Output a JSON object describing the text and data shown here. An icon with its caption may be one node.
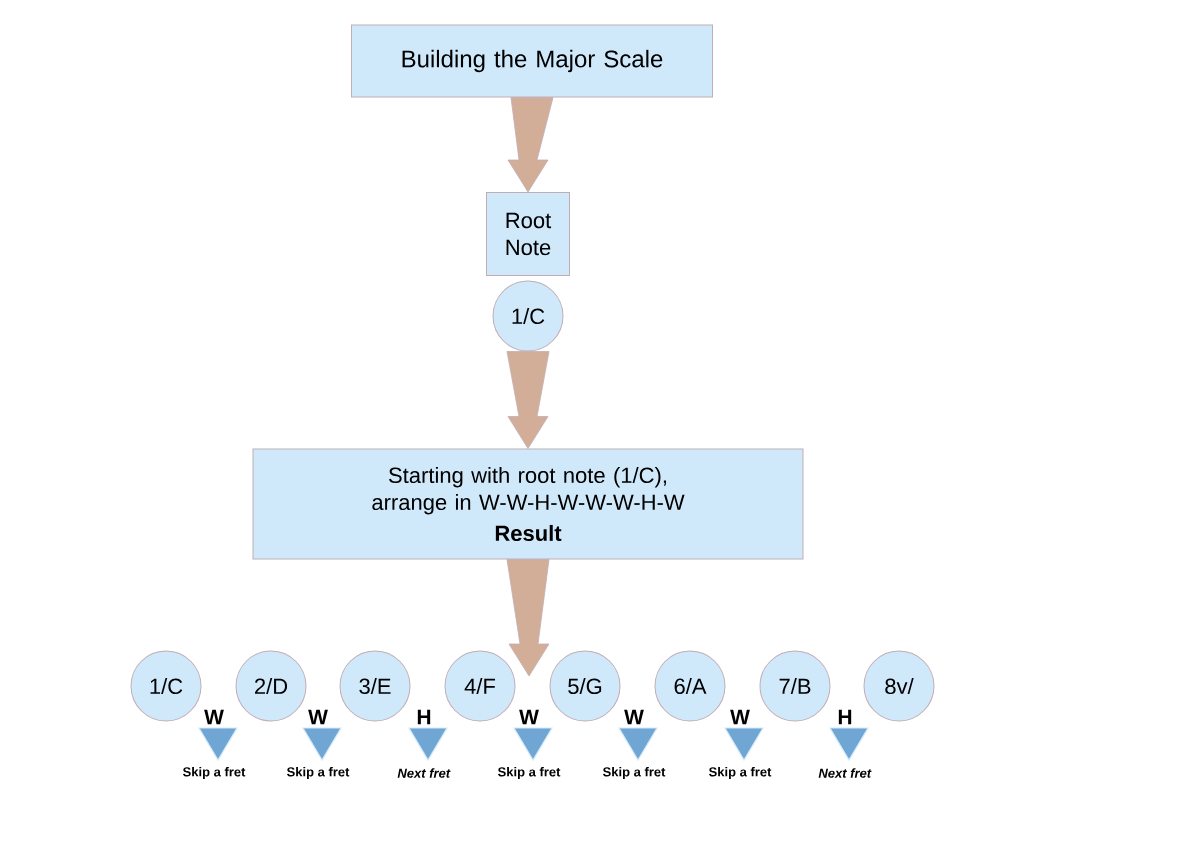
{
  "diagram": {
    "nodes": [
      {
        "text": [
          "Building the Major Scale"
        ]
      },
      {
        "text": [
          "Root Note"
        ]
      },
      {
        "text": [
          "1/C"
        ]
      },
      {
        "text": [
          "Starting with root note (1/C), arrange in W-W-H-W-W-W-H-W",
          "Result"
        ]
      },
      {
        "text": [
          "1/C"
        ]
      },
      {
        "text": [
          "2/D"
        ]
      },
      {
        "text": [
          "3/E"
        ]
      },
      {
        "text": [
          "4/F"
        ]
      },
      {
        "text": [
          "5/G"
        ]
      },
      {
        "text": [
          "6/A"
        ]
      },
      {
        "text": [
          "7/B"
        ]
      },
      {
        "text": [
          "8v/"
        ]
      },
      {
        "text": [
          "W"
        ],
        "beside": [
          "Skip a fret"
        ]
      },
      {
        "text": [
          "W"
        ],
        "beside": [
          "Skip a fret"
        ]
      },
      {
        "text": [
          "H"
        ],
        "beside": [
          "*Next fret*"
        ]
      },
      {
        "text": [
          "W"
        ],
        "beside": [
          "Skip a fret"
        ]
      },
      {
        "text": [
          "W"
        ],
        "beside": [
          "Skip a fret"
        ]
      },
      {
        "text": [
          "W"
        ],
        "beside": [
          "Skip a fret"
        ]
      },
      {
        "text": [
          "H"
        ],
        "beside": [
          "*Next fret*"
        ]
      }
    ],
    "edges": [
      {
        "from": 0,
        "to": 1,
        "arrow": "to"
      },
      {
        "from": 2,
        "to": 3,
        "arrow": "to"
      },
      {
        "from": 3,
        "to": null,
        "arrow": "to"
      }
    ]
  }
}
